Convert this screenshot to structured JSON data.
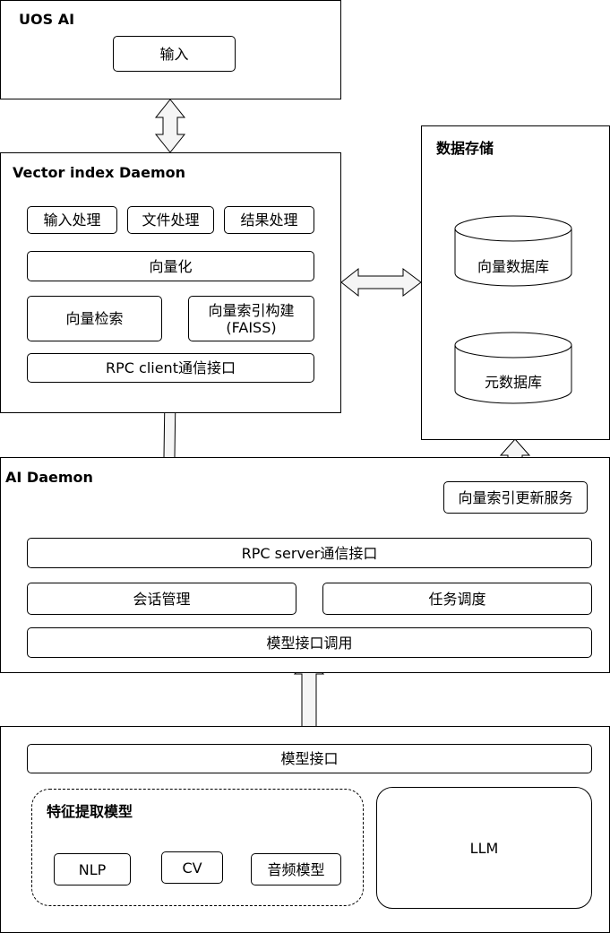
{
  "uos_ai": {
    "title": "UOS AI",
    "input": "输入"
  },
  "vector_daemon": {
    "title": "Vector index Daemon",
    "input_proc": "输入处理",
    "file_proc": "文件处理",
    "result_proc": "结果处理",
    "vectorize": "向量化",
    "vector_search": "向量检索",
    "index_build_line1": "向量索引构建",
    "index_build_line2": "(FAISS)",
    "rpc_client": "RPC client通信接口"
  },
  "storage": {
    "title": "数据存储",
    "vector_db": "向量数据库",
    "meta_db": "元数据库"
  },
  "ai_daemon": {
    "title": "AI Daemon",
    "index_update": "向量索引更新服务",
    "rpc_server": "RPC server通信接口",
    "session": "会话管理",
    "task": "任务调度",
    "model_call": "模型接口调用"
  },
  "models": {
    "interface": "模型接口",
    "feature_title": "特征提取模型",
    "nlp": "NLP",
    "cv": "CV",
    "audio": "音频模型",
    "llm": "LLM"
  }
}
